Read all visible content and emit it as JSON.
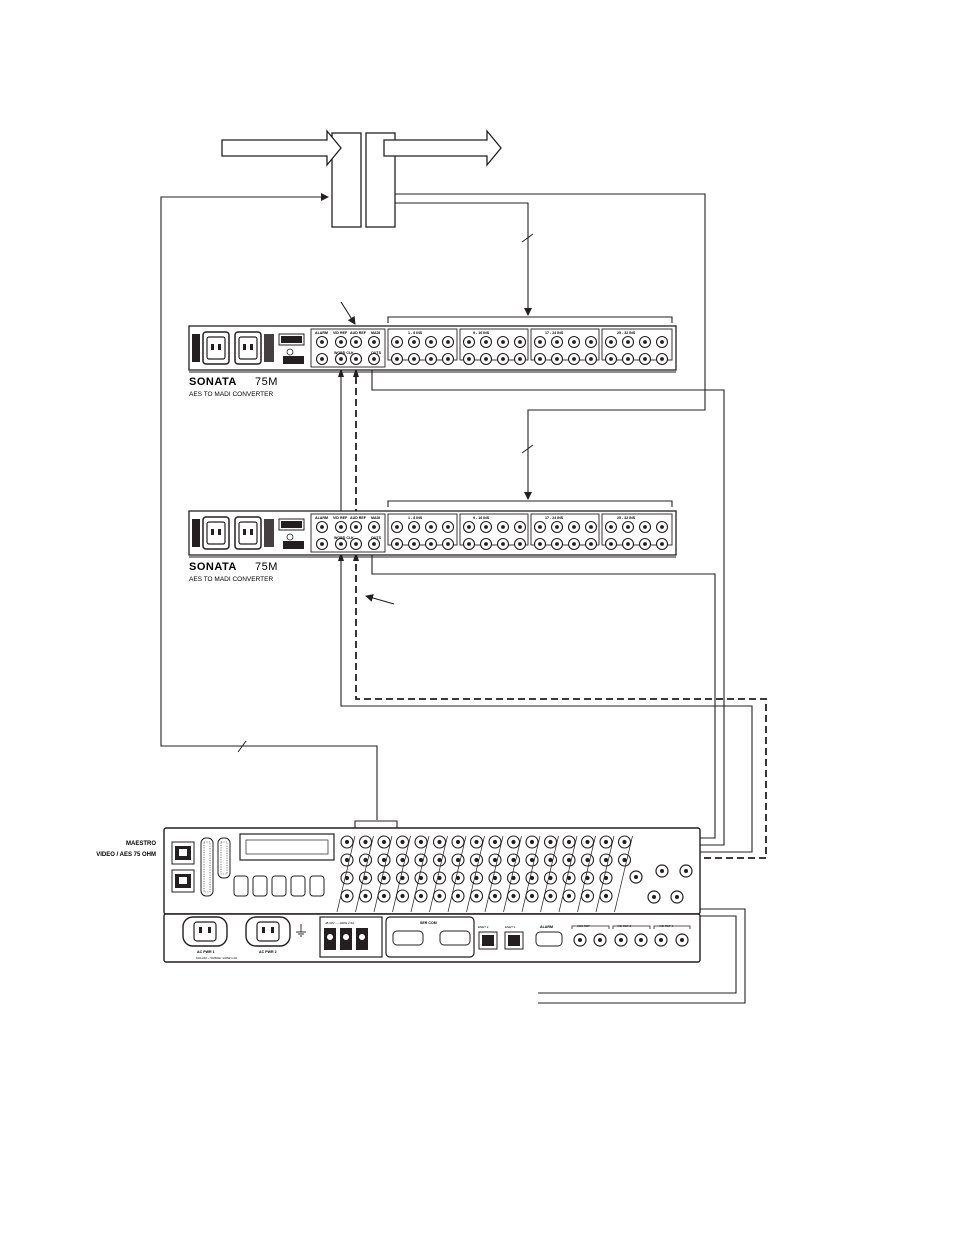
{
  "converter_1": {
    "brand": "SONATA",
    "model": "75M",
    "description": "AES TO MADI CONVERTER",
    "panel_labels": {
      "alarm": "ALARM",
      "vid_ref": "VID REF",
      "aud_ref": "AUD REF",
      "madi": "MADI",
      "word_clk": "WORD CLK",
      "outs": "OUTS"
    },
    "group_labels": [
      "1 - 8 INS",
      "9 - 16 INS",
      "17 - 24 INS",
      "25 - 32 INS"
    ]
  },
  "converter_2": {
    "brand": "SONATA",
    "model": "75M",
    "description": "AES TO MADI CONVERTER",
    "panel_labels": {
      "alarm": "ALARM",
      "vid_ref": "VID REF",
      "aud_ref": "AUD REF",
      "madi": "MADI",
      "word_clk": "WORD CLK",
      "outs": "OUTS"
    },
    "group_labels": [
      "1 - 8 INS",
      "9 - 16 INS",
      "17 - 24 INS",
      "25 - 32 INS"
    ]
  },
  "maestro": {
    "name": "MAESTRO",
    "subtitle": "VIDEO / AES 75 OHM",
    "ac_pwr_1": "AC PWR 1",
    "ac_pwr_2": "AC PWR 2",
    "ac_rating": "100-240 ~ 50/60Hz 100W 1.0A",
    "dc_label": "48-60V --- 100W 2.5A",
    "ser_com": "SER COM",
    "enet_2": "ENET 2",
    "enet_1": "ENET 1",
    "alarm": "ALARM",
    "aes_ref": "AES REF",
    "vid_ref_2": "VID REF 2",
    "vid_ref_1": "VID REF 1"
  }
}
